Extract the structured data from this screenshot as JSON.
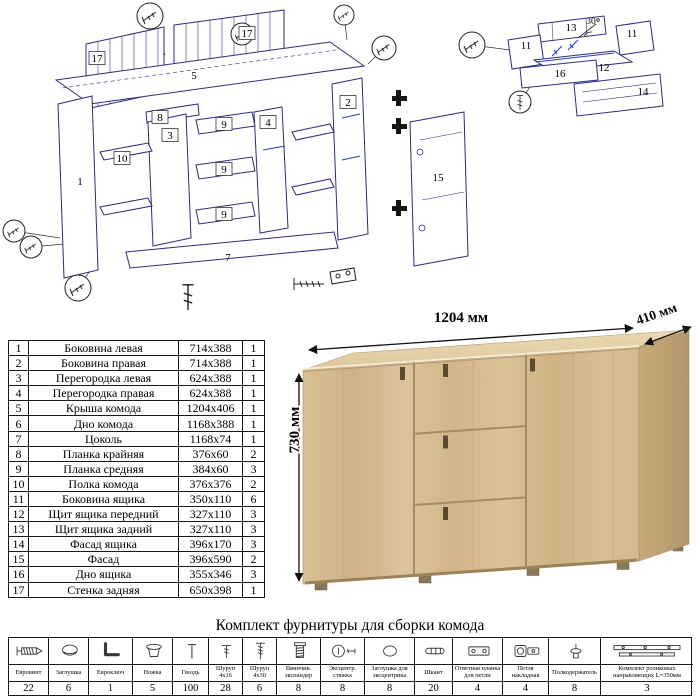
{
  "parts_table": {
    "rows": [
      {
        "num": "1",
        "name": "Боковина левая",
        "size": "714x388",
        "qty": "1"
      },
      {
        "num": "2",
        "name": "Боковина правая",
        "size": "714x388",
        "qty": "1"
      },
      {
        "num": "3",
        "name": "Перегородка левая",
        "size": "624x388",
        "qty": "1"
      },
      {
        "num": "4",
        "name": "Перегородка правая",
        "size": "624x388",
        "qty": "1"
      },
      {
        "num": "5",
        "name": "Крыша комода",
        "size": "1204x406",
        "qty": "1"
      },
      {
        "num": "6",
        "name": "Дно комода",
        "size": "1168x388",
        "qty": "1"
      },
      {
        "num": "7",
        "name": "Цоколь",
        "size": "1168x74",
        "qty": "1"
      },
      {
        "num": "8",
        "name": "Планка крайняя",
        "size": "376x60",
        "qty": "2"
      },
      {
        "num": "9",
        "name": "Планка средняя",
        "size": "384x60",
        "qty": "3"
      },
      {
        "num": "10",
        "name": "Полка комода",
        "size": "376x376",
        "qty": "2"
      },
      {
        "num": "11",
        "name": "Боковина ящика",
        "size": "350x110",
        "qty": "6"
      },
      {
        "num": "12",
        "name": "Щит ящика передний",
        "size": "327x110",
        "qty": "3"
      },
      {
        "num": "13",
        "name": "Щит ящика задний",
        "size": "327x110",
        "qty": "3"
      },
      {
        "num": "14",
        "name": "Фасад ящика",
        "size": "396x170",
        "qty": "3"
      },
      {
        "num": "15",
        "name": "Фасад",
        "size": "396x590",
        "qty": "2"
      },
      {
        "num": "16",
        "name": "Дно ящика",
        "size": "355x346",
        "qty": "3"
      },
      {
        "num": "17",
        "name": "Стенка задняя",
        "size": "650x398",
        "qty": "1"
      }
    ]
  },
  "product": {
    "width_label": "1204 мм",
    "depth_label": "410 мм",
    "height_label": "730 мм"
  },
  "hardware": {
    "title": "Комплект фурнитуры для сборки комода",
    "items": [
      {
        "name": "Евровинт",
        "qty": "22"
      },
      {
        "name": "Заглушка",
        "qty": "6"
      },
      {
        "name": "Евроключ",
        "qty": "1"
      },
      {
        "name": "Ножка",
        "qty": "5"
      },
      {
        "name": "Гвоздь",
        "qty": "100"
      },
      {
        "name": "Шуруп 4x16",
        "qty": "28"
      },
      {
        "name": "Шуруп 4x30",
        "qty": "6"
      },
      {
        "name": "Ввинчив. экспандер",
        "qty": "8"
      },
      {
        "name": "Эксцентр. стяжка",
        "qty": "8"
      },
      {
        "name": "Заглушка для эксцентрика",
        "qty": "8"
      },
      {
        "name": "Шкант",
        "qty": "20"
      },
      {
        "name": "Ответная планка для петли",
        "qty": "4"
      },
      {
        "name": "Петля накладная",
        "qty": "4"
      },
      {
        "name": "Полкодержатель",
        "qty": "8"
      },
      {
        "name": "Комплект роликовых направляющих L=350мм",
        "qty": "3"
      }
    ]
  },
  "diagram": {
    "labels": {
      "1": "1",
      "2": "2",
      "3": "3",
      "4": "4",
      "5": "5",
      "7": "7",
      "8": "8",
      "9": "9",
      "10": "10",
      "11": "11",
      "12": "12",
      "13": "13",
      "14": "14",
      "15": "15",
      "16": "16",
      "17": "17",
      "angle": "30"
    }
  }
}
